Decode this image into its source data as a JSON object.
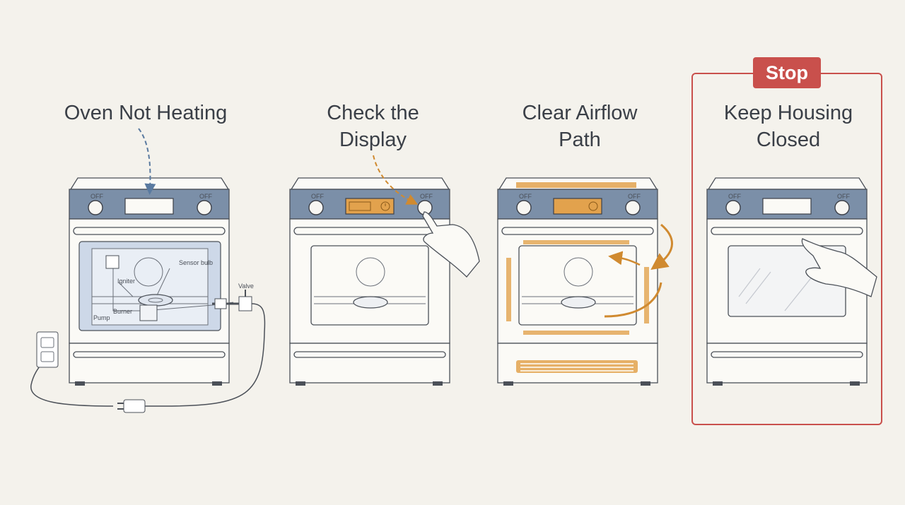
{
  "steps": [
    {
      "title": "Oven Not Heating"
    },
    {
      "title": "Check the Display"
    },
    {
      "title": "Clear Airflow Path"
    },
    {
      "title": "Keep Housing Closed",
      "badge": "Stop"
    }
  ],
  "part_labels": {
    "sensor_bulb": "Sensor bulb",
    "igniter": "Igniter",
    "burner": "Burner",
    "pump": "Pump",
    "valve": "Valve"
  },
  "knob_label": "OFF",
  "colors": {
    "panel": "#7b8fa8",
    "accent": "#e2a24d",
    "stop": "#c9504c",
    "cavity": "#cdd8e8"
  }
}
